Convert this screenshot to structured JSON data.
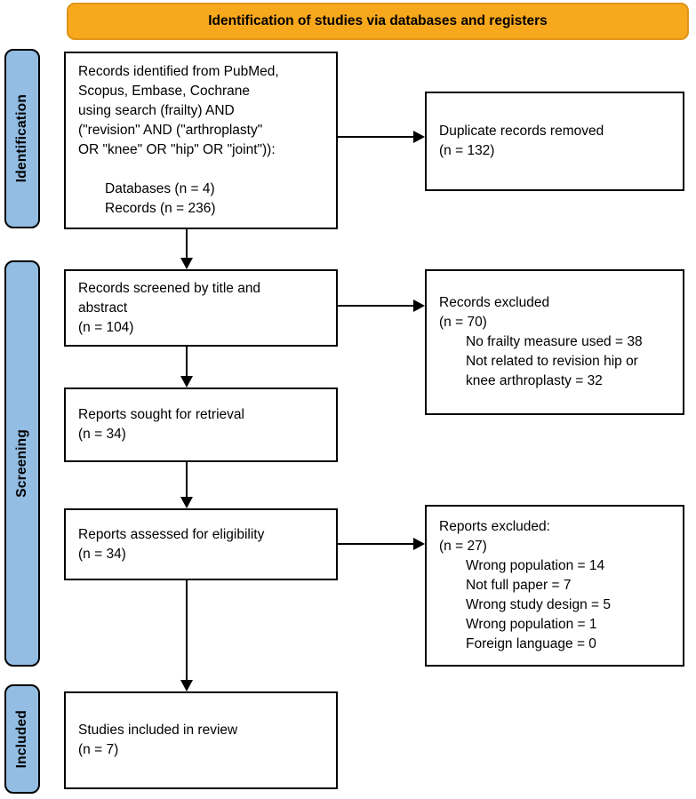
{
  "title": "Identification of studies via databases and registers",
  "colors": {
    "title_bg": "#F8A81C",
    "title_border": "#E0951B",
    "stage_bg": "#93BDE3"
  },
  "stages": {
    "identification": "Identification",
    "screening": "Screening",
    "included": "Included"
  },
  "boxes": {
    "records_identified": {
      "lines": [
        "Records identified from PubMed,",
        "Scopus, Embase, Cochrane",
        "using search (frailty) AND",
        "(\"revision\" AND (\"arthroplasty\"",
        "OR \"knee\" OR \"hip\" OR \"joint\")):",
        "",
        "Databases (n = 4)",
        "Records (n = 236)"
      ]
    },
    "duplicates_removed": {
      "lines": [
        "Duplicate records removed",
        "(n = 132)"
      ]
    },
    "records_screened": {
      "lines": [
        "Records screened by title and",
        "abstract",
        "(n = 104)"
      ]
    },
    "records_excluded": {
      "lines": [
        "Records excluded",
        "(n = 70)",
        "No frailty measure used = 38",
        "Not related to revision hip or",
        "knee arthroplasty = 32"
      ]
    },
    "reports_sought": {
      "lines": [
        "Reports sought for retrieval",
        "(n = 34)"
      ]
    },
    "reports_assessed": {
      "lines": [
        "Reports assessed for eligibility",
        "(n = 34)"
      ]
    },
    "reports_excluded": {
      "lines": [
        "Reports excluded:",
        "(n = 27)",
        "Wrong population = 14",
        "Not full paper = 7",
        "Wrong study design = 5",
        "Wrong population = 1",
        "Foreign language = 0"
      ]
    },
    "studies_included": {
      "lines": [
        "Studies included in review",
        "(n = 7)"
      ]
    }
  }
}
